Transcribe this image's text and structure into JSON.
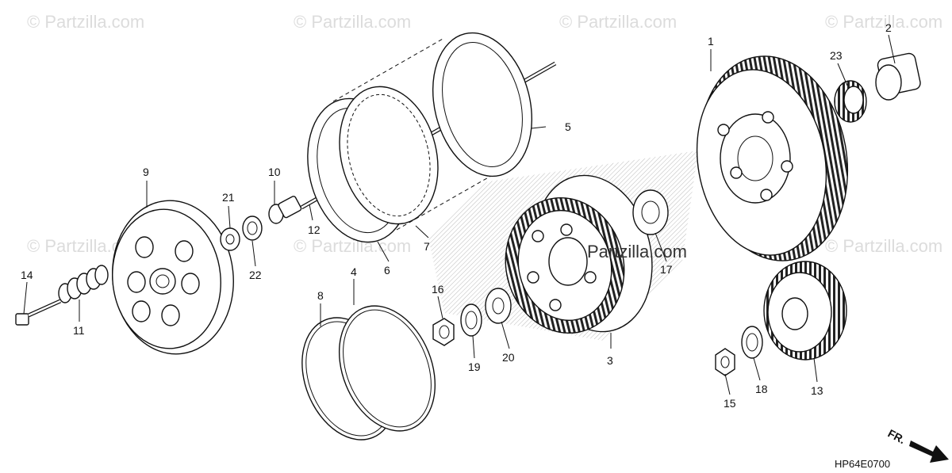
{
  "watermarks": {
    "text": "© Partzilla.com",
    "center_text": "Partzilla.com"
  },
  "diagram_code": "HP64E0700",
  "direction_label": "FR.",
  "callouts": [
    {
      "id": "1",
      "label": "1"
    },
    {
      "id": "2",
      "label": "2"
    },
    {
      "id": "3",
      "label": "3"
    },
    {
      "id": "4",
      "label": "4"
    },
    {
      "id": "5",
      "label": "5"
    },
    {
      "id": "6",
      "label": "6"
    },
    {
      "id": "7",
      "label": "7"
    },
    {
      "id": "8",
      "label": "8"
    },
    {
      "id": "9",
      "label": "9"
    },
    {
      "id": "10",
      "label": "10"
    },
    {
      "id": "11",
      "label": "11"
    },
    {
      "id": "12",
      "label": "12"
    },
    {
      "id": "13",
      "label": "13"
    },
    {
      "id": "14",
      "label": "14"
    },
    {
      "id": "15",
      "label": "15"
    },
    {
      "id": "16",
      "label": "16"
    },
    {
      "id": "17",
      "label": "17"
    },
    {
      "id": "18",
      "label": "18"
    },
    {
      "id": "19",
      "label": "19"
    },
    {
      "id": "20",
      "label": "20"
    },
    {
      "id": "21",
      "label": "21"
    },
    {
      "id": "22",
      "label": "22"
    },
    {
      "id": "23",
      "label": "23"
    }
  ]
}
